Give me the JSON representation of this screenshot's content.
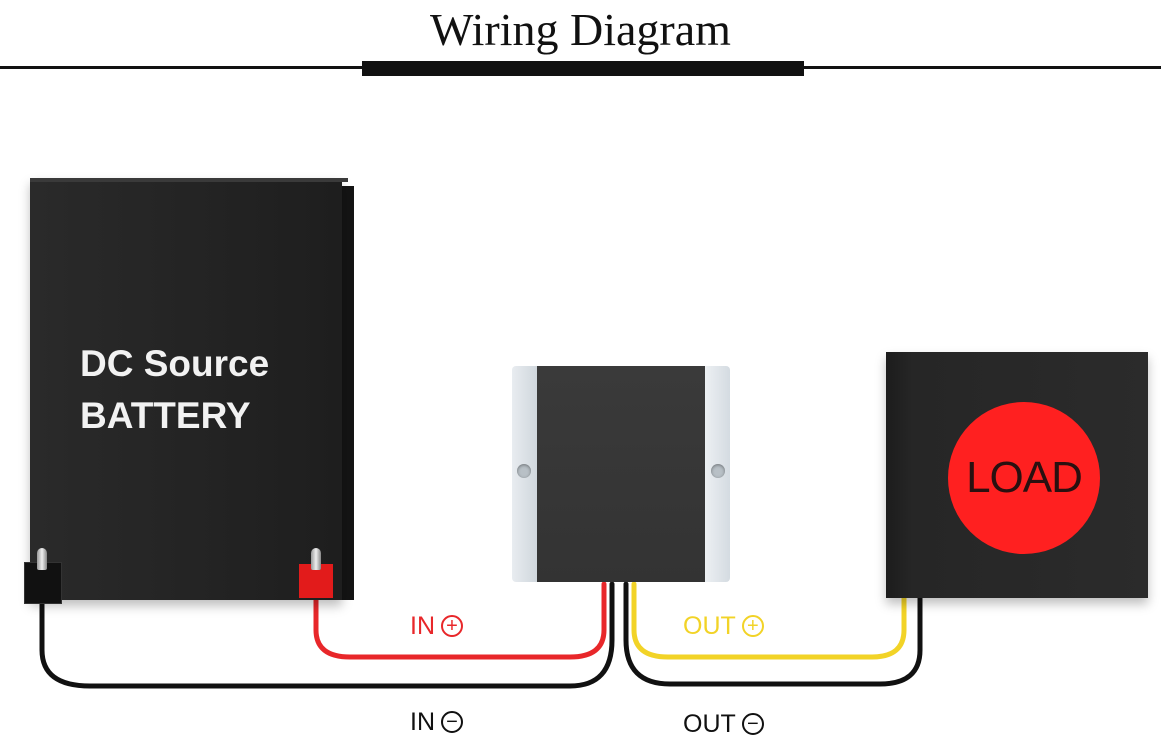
{
  "title": "Wiring Diagram",
  "battery": {
    "line1": "DC Source",
    "line2": "BATTERY"
  },
  "load": {
    "label": "LOAD"
  },
  "wires": {
    "in_positive": {
      "text": "IN",
      "symbol": "+",
      "color": "#e8272a"
    },
    "in_negative": {
      "text": "IN",
      "symbol": "−",
      "color": "#111111"
    },
    "out_positive": {
      "text": "OUT",
      "symbol": "+",
      "color": "#f2d327"
    },
    "out_negative": {
      "text": "OUT",
      "symbol": "−",
      "color": "#111111"
    }
  },
  "colors": {
    "battery_body": "#232323",
    "battery_positive_terminal": "#e21b1b",
    "converter_body": "#333333",
    "load_body": "#262626",
    "load_circle": "#ff2020"
  }
}
